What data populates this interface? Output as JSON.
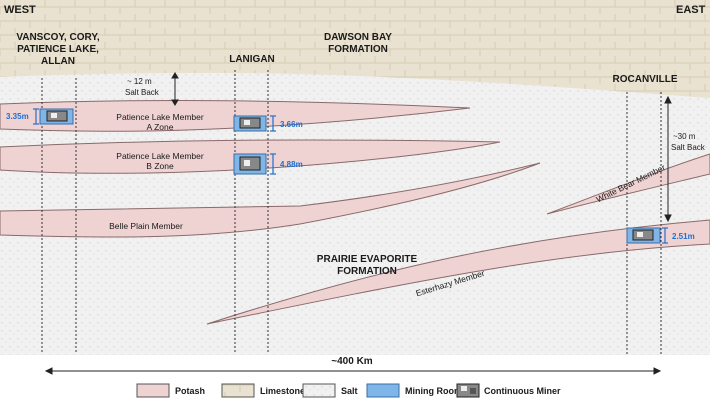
{
  "compass": {
    "west": "WEST",
    "east": "EAST"
  },
  "locations": {
    "vanscoy": [
      "VANSCOY, CORY,",
      "PATIENCE LAKE,",
      "ALLAN"
    ],
    "lanigan": "LANIGAN",
    "rocanville": "ROCANVILLE"
  },
  "formations": {
    "dawson_bay": [
      "DAWSON BAY",
      "FORMATION"
    ],
    "prairie_evaporite": [
      "PRAIRIE EVAPORITE",
      "FORMATION"
    ]
  },
  "members": {
    "patience_a": [
      "Patience Lake Member",
      "A Zone"
    ],
    "patience_b": [
      "Patience Lake Member",
      "B Zone"
    ],
    "belle_plain": "Belle Plain Member",
    "white_bear": "White Bear Member",
    "esterhazy": "Esterhazy Member"
  },
  "salt_back": {
    "west": [
      "~ 12 m",
      "Salt Back"
    ],
    "east": [
      "~30 m",
      "Salt Back"
    ]
  },
  "thickness": {
    "west": "3.35m",
    "lanigan_a": "3.66m",
    "lanigan_b": "4.88m",
    "rocanville": "2.51m"
  },
  "distance": "~400 Km",
  "legend": {
    "potash": "Potash",
    "limestone": "Limestone",
    "salt": "Salt",
    "mining_room": "Mining Room",
    "continuous_miner": "Continuous Miner"
  },
  "colors": {
    "potash": "#efd3d3",
    "potash_stroke": "#8a6a6a",
    "limestone": "#e7dfcc",
    "salt": "#eeeeee",
    "mining_room": "#7fb6ea",
    "measure": "#1f6fd1"
  }
}
